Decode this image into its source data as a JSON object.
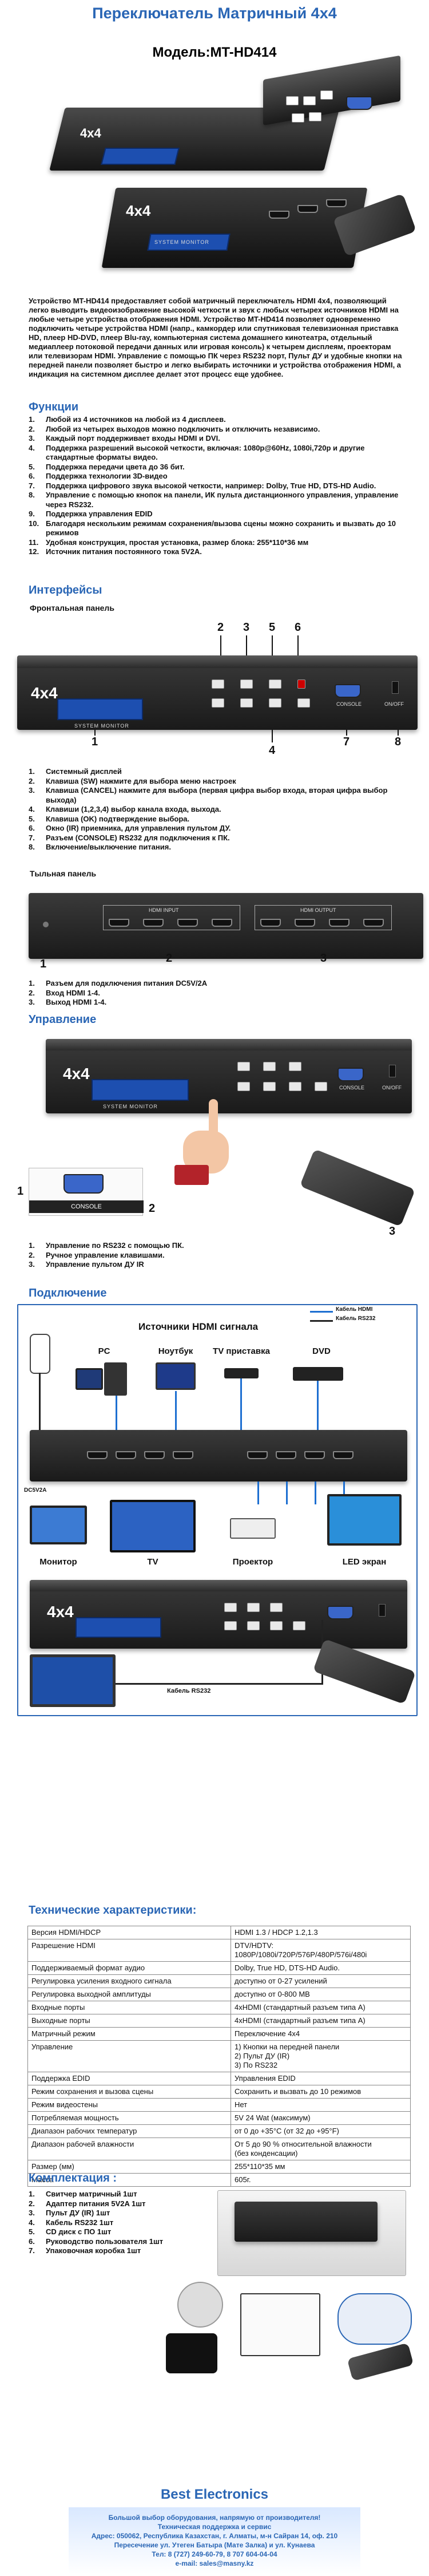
{
  "title": "Переключатель Матричный 4х4",
  "model": "Модель:MT-HD414",
  "device": {
    "badge": "4x4",
    "system_monitor": "SYSTEM MONITOR",
    "console_label": "CONSOLE",
    "on_off_label": "ON/OFF"
  },
  "intro": "Устройство MT-HD414 предоставляет собой матричный переключатель HDMI 4х4, позволяющий легко выводить видеоизображение высокой четкости и звук с любых четырех источников HDMI на любые четыре устройства отображения HDMI. Устройство MT-HD414 позволяет одновременно подключить четыре устройства HDMI (напр., камкордер или спутниковая телевизионная приставка HD, плеер HD-DVD, плеер Blu-ray, компьютерная система домашнего кинотеатра, отдельный медиаплеер потоковой передачи данных или игровая консоль) к четырем дисплеям, проекторам или телевизорам HDMI. Управление с помощью ПК через RS232 порт, Пульт ДУ и удобные кнопки на передней панели позволяет быстро и легко выбирать источники и устройства отображения HDMI, а индикация на системном дисплее делает этот процесс еще удобнее.",
  "functions": {
    "heading": "Функции",
    "items": [
      {
        "n": "1.",
        "t": "Любой из 4 источников на любой из 4 дисплеев."
      },
      {
        "n": "2.",
        "t": "Любой из четырех выходов можно подключить и отключить независимо."
      },
      {
        "n": "3.",
        "t": "Каждый порт поддерживает входы HDMI и DVI."
      },
      {
        "n": "4.",
        "t": "Поддержка разрешений высокой четкости, включая: 1080p@60Hz, 1080i,720p и другие стандартные форматы видео."
      },
      {
        "n": "5.",
        "t": "Поддержка передачи цвета до 36 бит."
      },
      {
        "n": "6.",
        "t": "Поддержка технологии 3D-видео"
      },
      {
        "n": "7.",
        "t": "Поддержка цифрового звука высокой четкости, например: Dolby, True HD, DTS-HD Audio."
      },
      {
        "n": "8.",
        "t": "Управление с помощью кнопок на панели, ИК пульта дистанционного управления, управление через RS232."
      },
      {
        "n": "9.",
        "t": "Поддержка управления EDID"
      },
      {
        "n": "10.",
        "t": "Благодаря нескольким режимам сохранения/вызова сцены можно сохранить и вызвать до 10 режимов"
      },
      {
        "n": "11.",
        "t": "Удобная конструкция, простая установка, размер блока: 255*110*36 мм"
      },
      {
        "n": "12.",
        "t": "Источник питания постоянного тока 5V2A."
      }
    ]
  },
  "interfaces": {
    "heading": "Интерфейсы",
    "front_title": "Фронтальная панель",
    "front_callouts": [
      "1",
      "2",
      "3",
      "4",
      "5",
      "6",
      "7",
      "8"
    ],
    "front_items": [
      {
        "n": "1.",
        "t": "Системный дисплей"
      },
      {
        "n": "2.",
        "t": "Клавиша (SW) нажмите для выбора меню настроек"
      },
      {
        "n": "3.",
        "t": "Клавиша (CANCEL) нажмите для выбора (первая цифра выбор входа, вторая цифра выбор выхода)"
      },
      {
        "n": "4.",
        "t": "Клавиши (1,2,3,4) выбор  канала входа,  выхода."
      },
      {
        "n": "5.",
        "t": "Клавиша (OK) подтверждение выбора."
      },
      {
        "n": "6.",
        "t": "Окно (IR) приемника, для управления пультом ДУ."
      },
      {
        "n": "7.",
        "t": "Разъем (CONSOLE) RS232 для подключения к ПК."
      },
      {
        "n": "8.",
        "t": "Включение/выключение питания."
      }
    ],
    "rear_title": "Тыльная панель",
    "rear_callouts": [
      "1",
      "2",
      "3"
    ],
    "rear_input_label": "HDMI INPUT",
    "rear_output_label": "HDMI OUTPUT",
    "rear_items": [
      {
        "n": "1.",
        "t": "Разъем для подключения питания DC5V/2A"
      },
      {
        "n": "2.",
        "t": "Вход HDMI 1-4."
      },
      {
        "n": "3.",
        "t": "Выход HDMI 1-4."
      }
    ]
  },
  "control": {
    "heading": "Управление",
    "callouts": [
      "1",
      "2",
      "3"
    ],
    "items": [
      {
        "n": "1.",
        "t": "Управление по RS232 с помощью ПК."
      },
      {
        "n": "2.",
        "t": "Ручное управление клавишами."
      },
      {
        "n": "3.",
        "t": "Управление пультом ДУ IR"
      }
    ]
  },
  "connection": {
    "heading": "Подключение",
    "legend_hdmi": "Кабель HDMI",
    "legend_rs232": "Кабель RS232",
    "sources_title": "Источники HDMI сигнала",
    "sources": [
      "PC",
      "Ноутбук",
      "TV приставка",
      "DVD"
    ],
    "power_label": "DC5V2A",
    "displays": [
      "Монитор",
      "TV",
      "Проектор",
      "LED экран"
    ],
    "rs232_label": "Кабель RS232"
  },
  "specs": {
    "heading": "Технические характеристики:",
    "rows": [
      {
        "k": "Версия HDMI/HDCP",
        "v": "HDMI 1.3 / HDCP 1.2,1.3"
      },
      {
        "k": "Разрешение HDMI",
        "v": "DTV/HDTV:\n1080P/1080i/720P/576P/480P/576i/480i"
      },
      {
        "k": "Поддерживаемый формат аудио",
        "v": "Dolby, True HD, DTS-HD Audio."
      },
      {
        "k": "Регулировка усиления входного сигнала",
        "v": "доступно от 0-27 усилений"
      },
      {
        "k": "Регулировка выходной амплитуды",
        "v": "доступно от  0-800 MB"
      },
      {
        "k": "Входные порты",
        "v": "4xHDMI (стандартный разъем типа А)"
      },
      {
        "k": "Выходные порты",
        "v": "4xHDMI (стандартный разъем типа А)"
      },
      {
        "k": "Матричный режим",
        "v": "Переключение 4x4"
      },
      {
        "k": "Управление",
        "v": "1) Кнопки на передней панели\n2) Пульт ДУ (IR)\n3) По RS232"
      },
      {
        "k": "Поддержка EDID",
        "v": "Управления EDID"
      },
      {
        "k": "Режим сохранения и вызова сцены",
        "v": "Сохранить и вызвать до 10 режимов"
      },
      {
        "k": "Режим видеостены",
        "v": "Нет"
      },
      {
        "k": "Потребляемая мощность",
        "v": "5V 24 Wat (максимум)"
      },
      {
        "k": "Диапазон рабочих температур",
        "v": "от 0 до +35°C (от 32 до +95°F)"
      },
      {
        "k": "Диапазон рабочей влажности",
        "v": "От 5 до 90 % относительной влажности\n(без конденсации)"
      },
      {
        "k": "Размер (мм)",
        "v": "255*110*35 мм"
      },
      {
        "k": "Масса",
        "v": "605г."
      }
    ]
  },
  "kit": {
    "heading": "Комплектация :",
    "items": [
      {
        "n": "1.",
        "t": "Свитчер матричный 1шт"
      },
      {
        "n": "2.",
        "t": "Адаптер питания 5V2A 1шт"
      },
      {
        "n": "3.",
        "t": "Пульт ДУ (IR) 1шт"
      },
      {
        "n": "4.",
        "t": "Кабель RS232 1шт"
      },
      {
        "n": "5.",
        "t": "CD диск с ПО 1шт"
      },
      {
        "n": "6.",
        "t": "Руководство пользователя 1шт"
      },
      {
        "n": "7.",
        "t": "Упаковочная коробка 1шт"
      }
    ]
  },
  "footer": {
    "title": "Best Electronics",
    "lines": [
      "Большой выбор оборудования, напрямую от производителя!",
      "Техническая поддержка и сервис",
      "Адрес: 050062, Республика Казахстан, г. Алматы, м-н Сайран 14, оф. 210",
      "Пересечение ул. Утеген Батыра (Мате Залка) и ул. Кунаева",
      "Тел: 8 (727) 249-60-79, 8 707 604-04-04",
      "e-mail: sales@masny.kz"
    ]
  }
}
